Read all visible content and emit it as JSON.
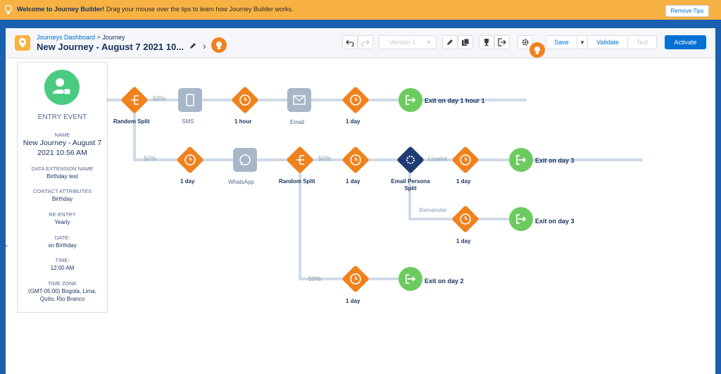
{
  "tip": {
    "bold": "Welcome to Journey Builder!",
    "text": " Drag your mouse over the tips to learn how Journey Builder works.",
    "remove_label": "Remove Tips"
  },
  "header": {
    "crumb_dashboard": "Journeys Dashboard",
    "crumb_sep": " > ",
    "crumb_journey": "Journey",
    "title": "New Journey - August 7 2021 10...",
    "version": "Version 1",
    "save": "Save",
    "validate": "Validate",
    "test": "Test",
    "activate": "Activate"
  },
  "entry": {
    "heading": "ENTRY EVENT",
    "name_label": "NAME",
    "name_value": "New Journey - August 7 2021 10.56 AM",
    "de_label": "DATA EXTENSION NAME",
    "de_value": "Birthday test",
    "ca_label": "CONTACT ATTRIBUTES",
    "ca_value": "Birthday",
    "reentry_label": "RE-ENTRY",
    "reentry_value": "Yearly",
    "date_label": "DATE:",
    "date_value": "on Birthday",
    "time_label": "TIME:",
    "time_value": "12:00 AM",
    "tz_label": "TIME ZONE",
    "tz_value": "(GMT-05:00) Bogota, Lima, Quito, Rio Branco"
  },
  "flow": {
    "row1": {
      "split": "Random Split",
      "pct": "50%",
      "sms": "SMS",
      "wait1": "1 hour",
      "email": "Email",
      "wait2": "1 day",
      "exit": "Exit on day 1 hour 1"
    },
    "row2": {
      "pct": "50%",
      "wait1": "1 day",
      "whatsapp": "WhatsApp",
      "split": "Random Split",
      "pct2": "50%",
      "wait2": "1 day",
      "persona": "Email Persona Split",
      "loyalist": "Loyalist",
      "wait3": "1 day",
      "exit": "Exit on day 3"
    },
    "row3": {
      "remainder": "Remainder",
      "wait": "1 day",
      "exit": "Exit on day 3"
    },
    "row4": {
      "pct": "50%",
      "wait": "1 day",
      "exit": "Exit on day 2"
    }
  },
  "colors": {
    "orange": "#f0821e",
    "green": "#6ccb5f",
    "grey": "#a8b7c7",
    "teal": "#cfd7e6",
    "navy": "#1f3c73",
    "line": "#cfdbe8"
  }
}
